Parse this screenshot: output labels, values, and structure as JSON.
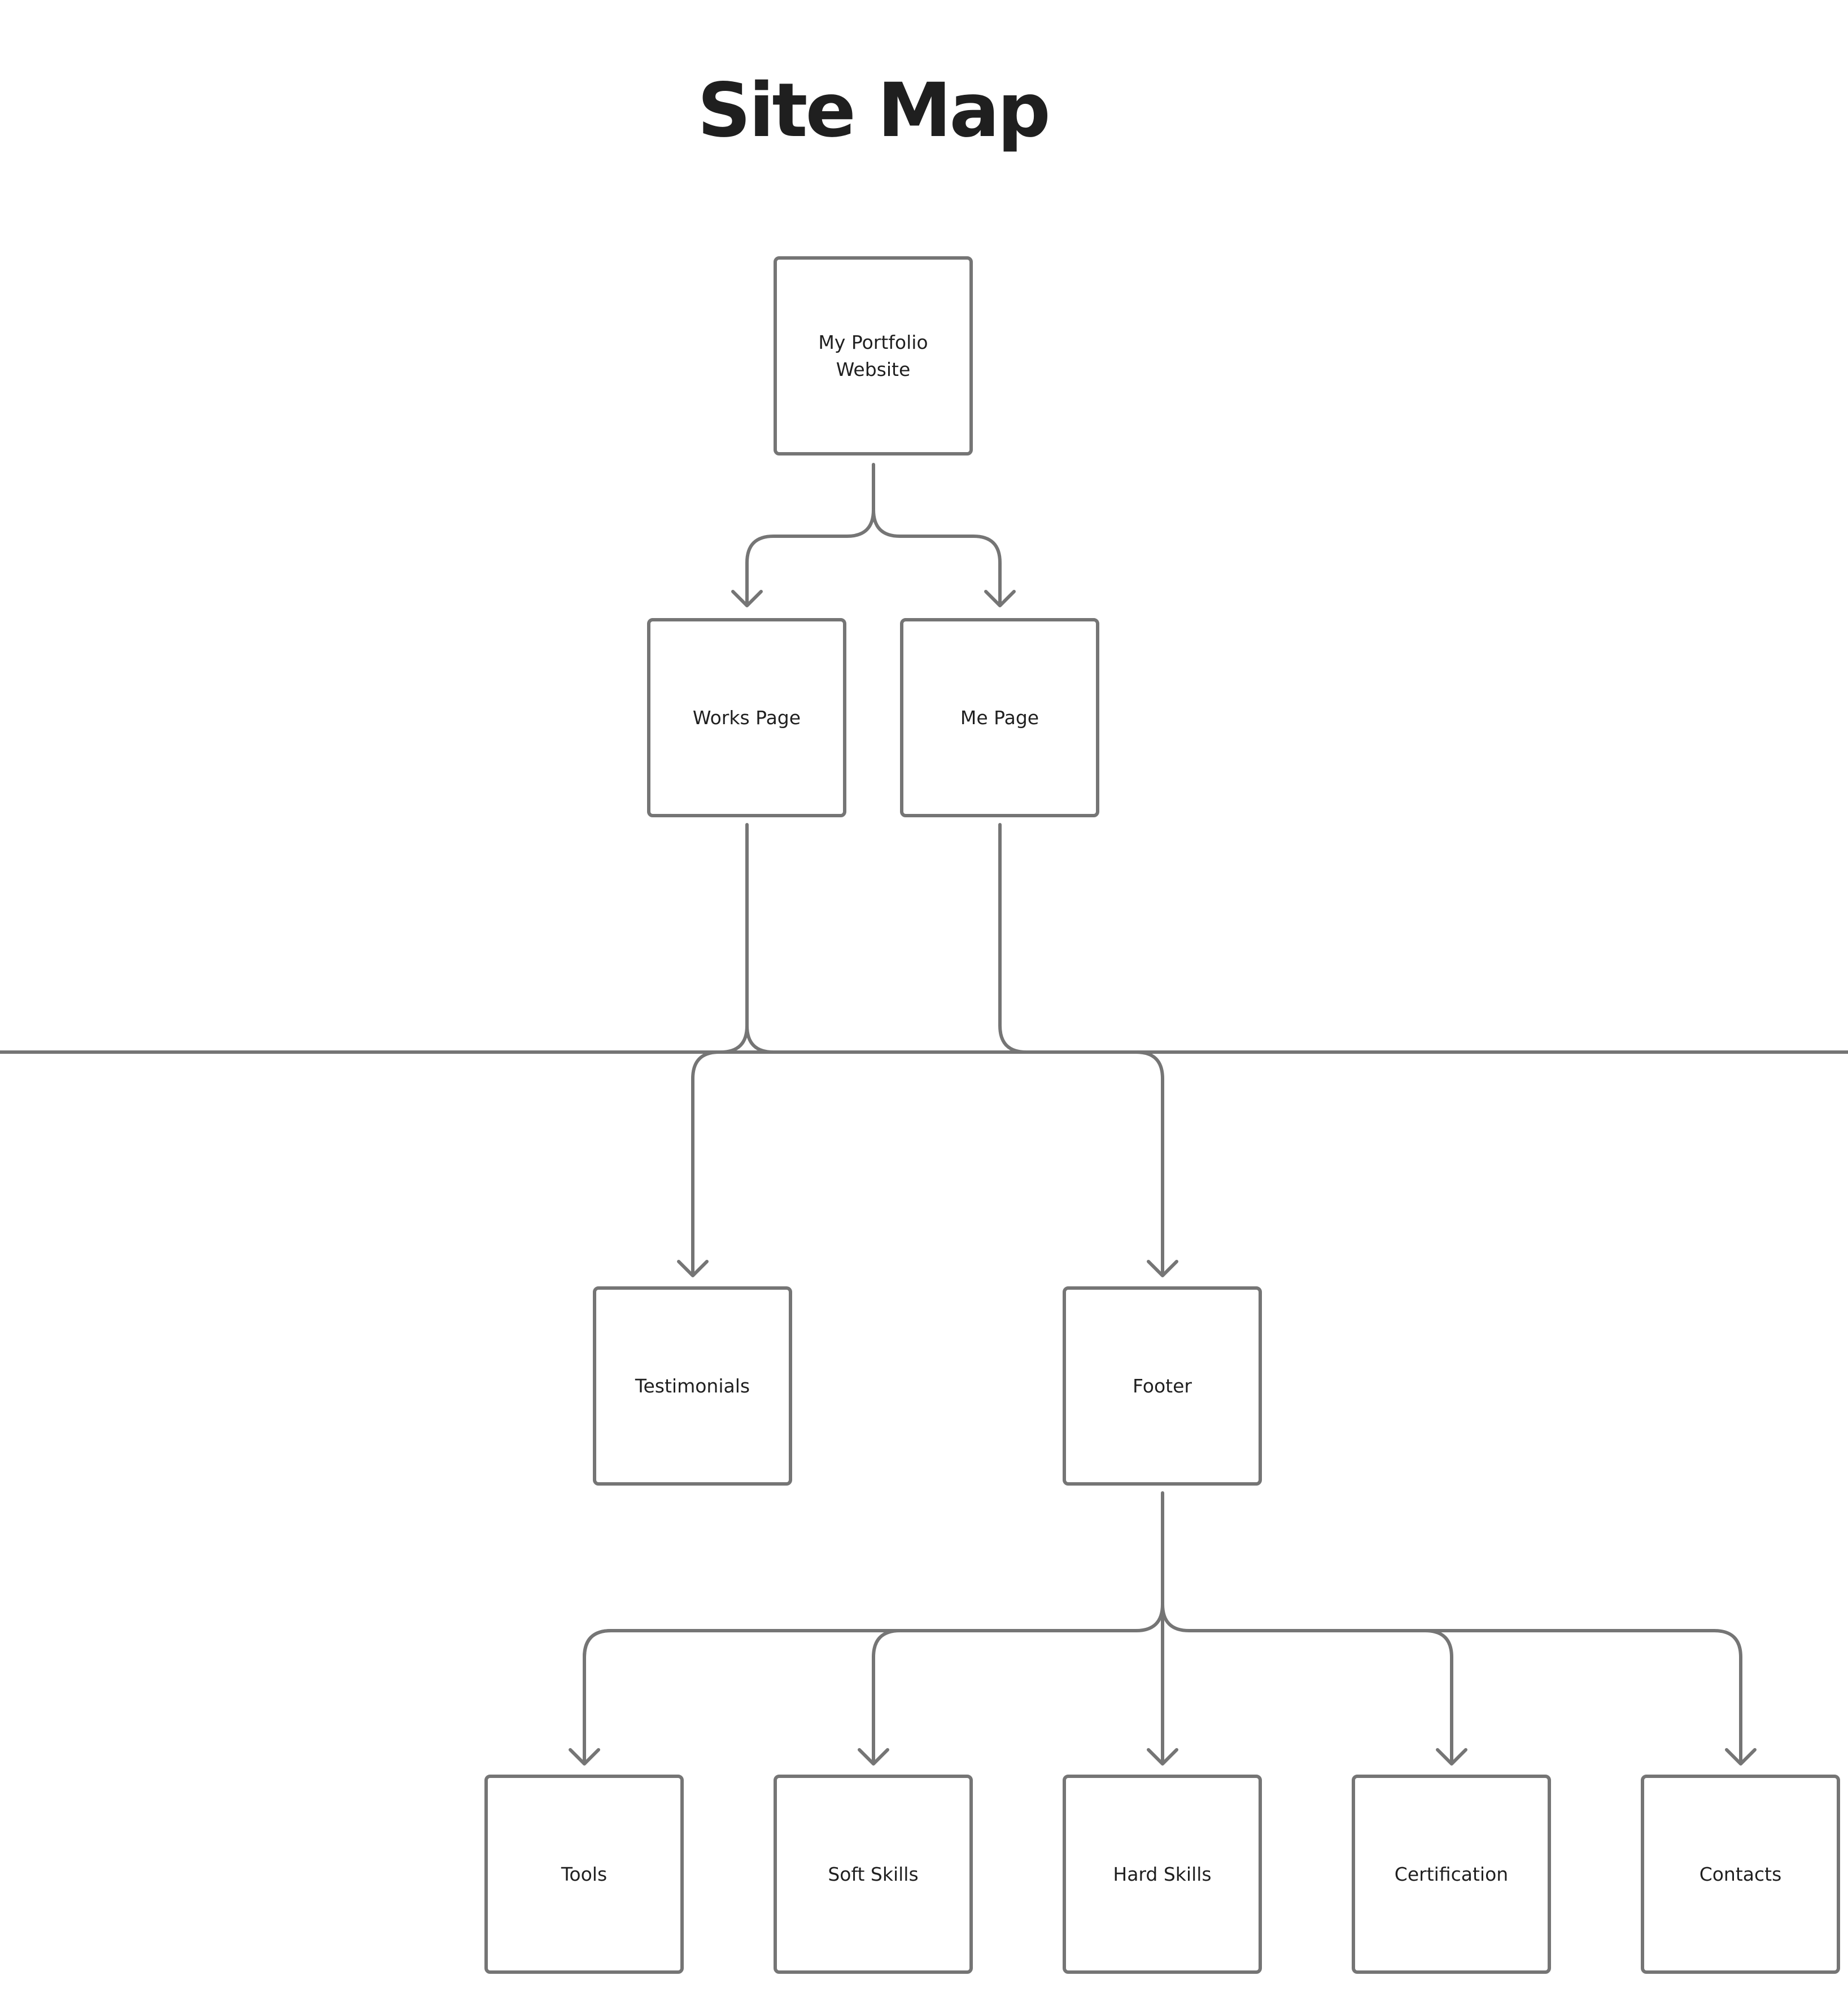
{
  "title": "Site Map",
  "colors": {
    "stroke": "#757575",
    "text": "#1f1f1f",
    "background": "#ffffff"
  },
  "nodes": {
    "root": "My Portfolio Website",
    "works": "Works Page",
    "me": "Me Page",
    "testimonials": "Testimonials",
    "footer": "Footer",
    "tools": "Tools",
    "soft_skills": "Soft Skills",
    "hard_skills": "Hard Skills",
    "certification": "Certification",
    "contacts": "Contacts"
  },
  "edges": [
    [
      "root",
      "works"
    ],
    [
      "root",
      "me"
    ],
    [
      "works",
      "testimonials"
    ],
    [
      "works",
      "footer"
    ],
    [
      "me",
      "footer"
    ],
    [
      "footer",
      "tools"
    ],
    [
      "footer",
      "soft_skills"
    ],
    [
      "footer",
      "hard_skills"
    ],
    [
      "footer",
      "certification"
    ],
    [
      "footer",
      "contacts"
    ]
  ]
}
